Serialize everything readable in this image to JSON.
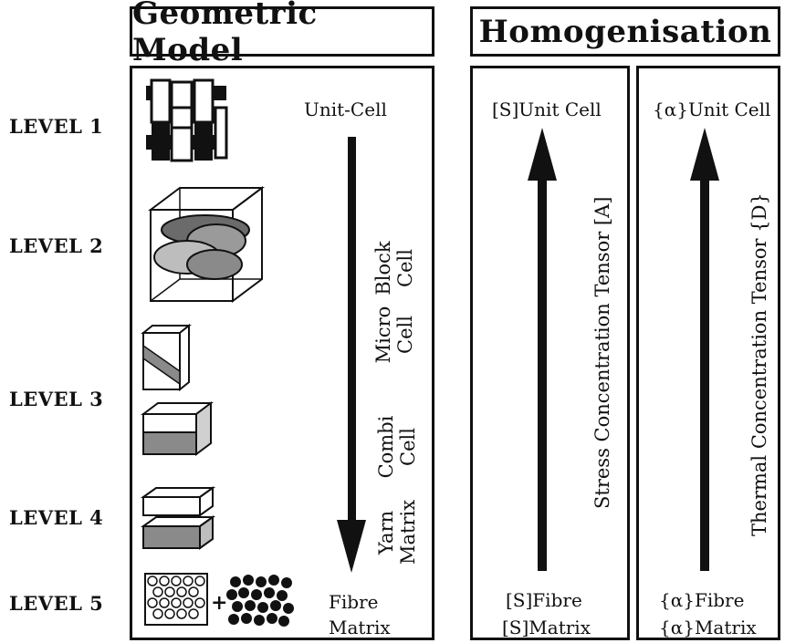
{
  "headers": {
    "geometric_model": "Geometric Model",
    "homogenisation": "Homogenisation"
  },
  "levels": [
    "LEVEL 1",
    "LEVEL 2",
    "LEVEL 3",
    "LEVEL 4",
    "LEVEL 5"
  ],
  "geometric": {
    "unit_cell": "Unit-Cell",
    "block_cell": [
      "Block",
      "Cell"
    ],
    "micro_cell": [
      "Micro",
      "Cell"
    ],
    "combi_cell": [
      "Combi",
      "Cell"
    ],
    "yarn_matrix": [
      "Yarn",
      "Matrix"
    ],
    "fibre": "Fibre",
    "matrix": "Matrix",
    "plus": "+"
  },
  "stress": {
    "top": "[S]Unit Cell",
    "tensor": "Stress Concentration Tensor [A]",
    "bottom_fibre": "[S]Fibre",
    "bottom_matrix": "[S]Matrix"
  },
  "thermal": {
    "top": "{α}Unit Cell",
    "tensor": "Thermal Concentration Tensor {D}",
    "bottom_fibre": "{α}Fibre",
    "bottom_matrix": "{α}Matrix"
  }
}
